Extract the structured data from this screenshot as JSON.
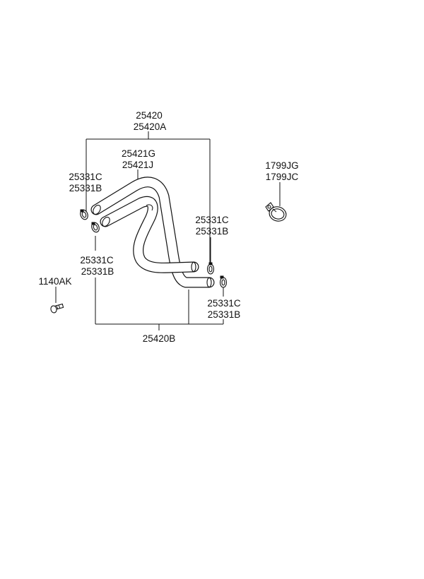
{
  "labels": {
    "hose_assembly_a": "25420",
    "hose_assembly_b": "25420A",
    "inner_hose_a": "25421G",
    "inner_hose_b": "25421J",
    "clamp_left_top_a": "25331C",
    "clamp_left_top_b": "25331B",
    "clamp_left_bottom_a": "25331C",
    "clamp_left_bottom_b": "25331B",
    "clamp_right_top_a": "25331C",
    "clamp_right_top_b": "25331B",
    "clamp_right_bottom_a": "25331C",
    "clamp_right_bottom_b": "25331B",
    "bolt": "1140AK",
    "hose_assembly_lower": "25420B",
    "clip_a": "1799JG",
    "clip_b": "1799JC"
  }
}
